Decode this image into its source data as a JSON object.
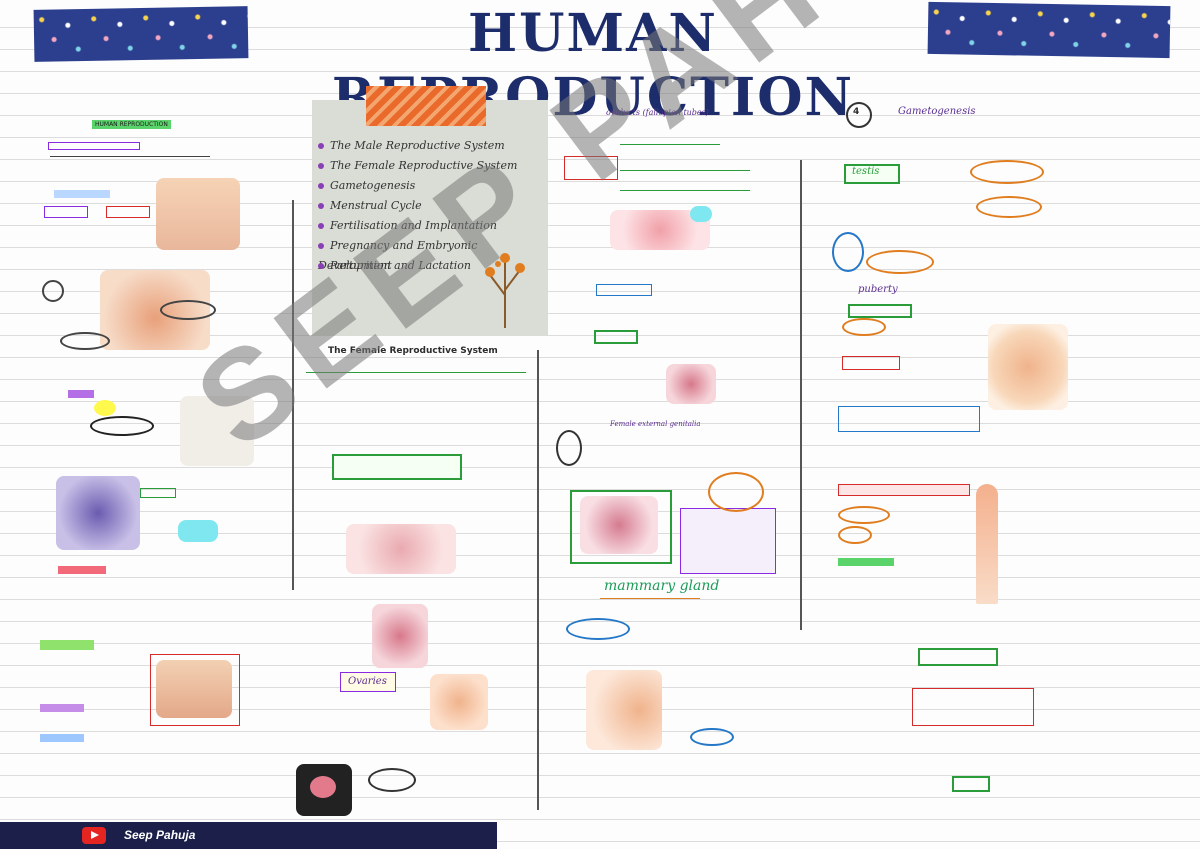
{
  "header": {
    "title": "HUMAN REPRODUCTION"
  },
  "intro_list": {
    "items": [
      "The Male Reproductive System",
      "The Female Reproductive System",
      "Gametogenesis",
      "Menstrual Cycle",
      "Fertilisation and Implantation",
      "Pregnancy and Embryonic Development",
      "Parturition and Lactation"
    ]
  },
  "sections": {
    "col1_top": "HUMAN REPRODUCTION",
    "female_system": "The Female Reproductive System",
    "oviducts": "oviducts (fallopian tubes)",
    "female_external": "Female external genitalia",
    "mammary": "mammary gland",
    "gametogenesis": "Gametogenesis",
    "gametogenesis_number": "4",
    "testis": "testis",
    "puberty": "puberty",
    "ovaries": "Ovaries"
  },
  "footer": {
    "channel_name": "Seep Pahuja"
  },
  "watermark": {
    "text": "SEEP PAHUJA"
  }
}
